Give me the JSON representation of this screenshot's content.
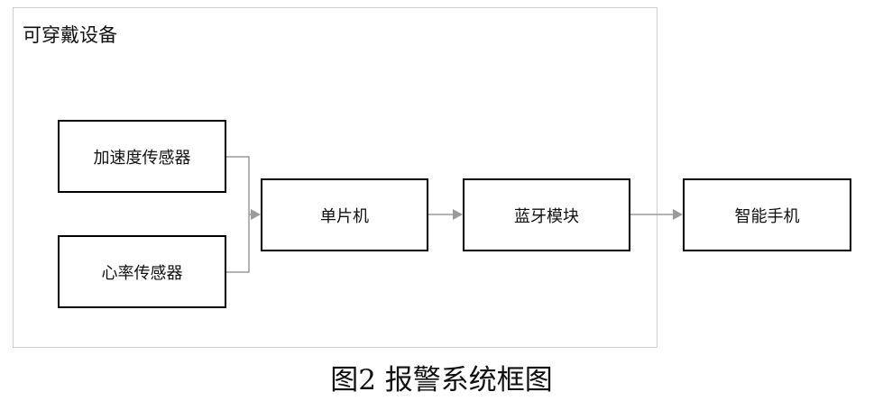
{
  "group": {
    "title": "可穿戴设备"
  },
  "nodes": {
    "accelerometer": "加速度传感器",
    "heart_rate": "心率传感器",
    "mcu": "单片机",
    "bluetooth": "蓝牙模块",
    "smartphone": "智能手机"
  },
  "caption": "图2  报警系统框图",
  "colors": {
    "box_border": "#000000",
    "group_border": "#cfcfcf",
    "arrow": "#9a9a9a"
  }
}
